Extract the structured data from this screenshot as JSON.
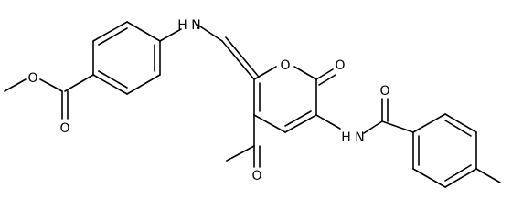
{
  "molecule": {
    "atoms": {
      "nh_top": "H N",
      "o_ester_methyl": "O",
      "o_ester_carbonyl": "O",
      "o_ring": "O",
      "o_lactone": "O",
      "o_acetyl": "O",
      "nh_amide": "H N",
      "o_amide": "O"
    },
    "colors": {
      "bond": "#000000",
      "label": "#000000",
      "background": "#ffffff"
    }
  }
}
